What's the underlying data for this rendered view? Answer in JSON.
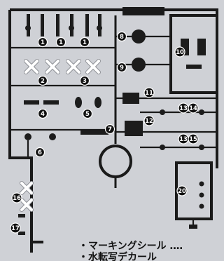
{
  "colors": {
    "background": "#cfd1d6",
    "sprue": "#1a1a1a",
    "badge_fill": "#111111",
    "badge_text": "#ffffff",
    "x_mark": "#ffffff"
  },
  "part_numbers": {
    "n1a": "1",
    "n1b": "1",
    "n1c": "1",
    "n2": "2",
    "n3": "3",
    "n4": "4",
    "n5": "5",
    "n6": "6",
    "n7": "7",
    "n8": "8",
    "n9": "9",
    "n10": "10",
    "n11": "11",
    "n12": "12",
    "n13a": "13",
    "n13b": "13",
    "n14": "14",
    "n15": "15",
    "n16": "16",
    "n17": "17",
    "n20": "20"
  },
  "legend": {
    "line1": "・マーキングシール ‥‥",
    "line2": "・水転写デカール"
  }
}
